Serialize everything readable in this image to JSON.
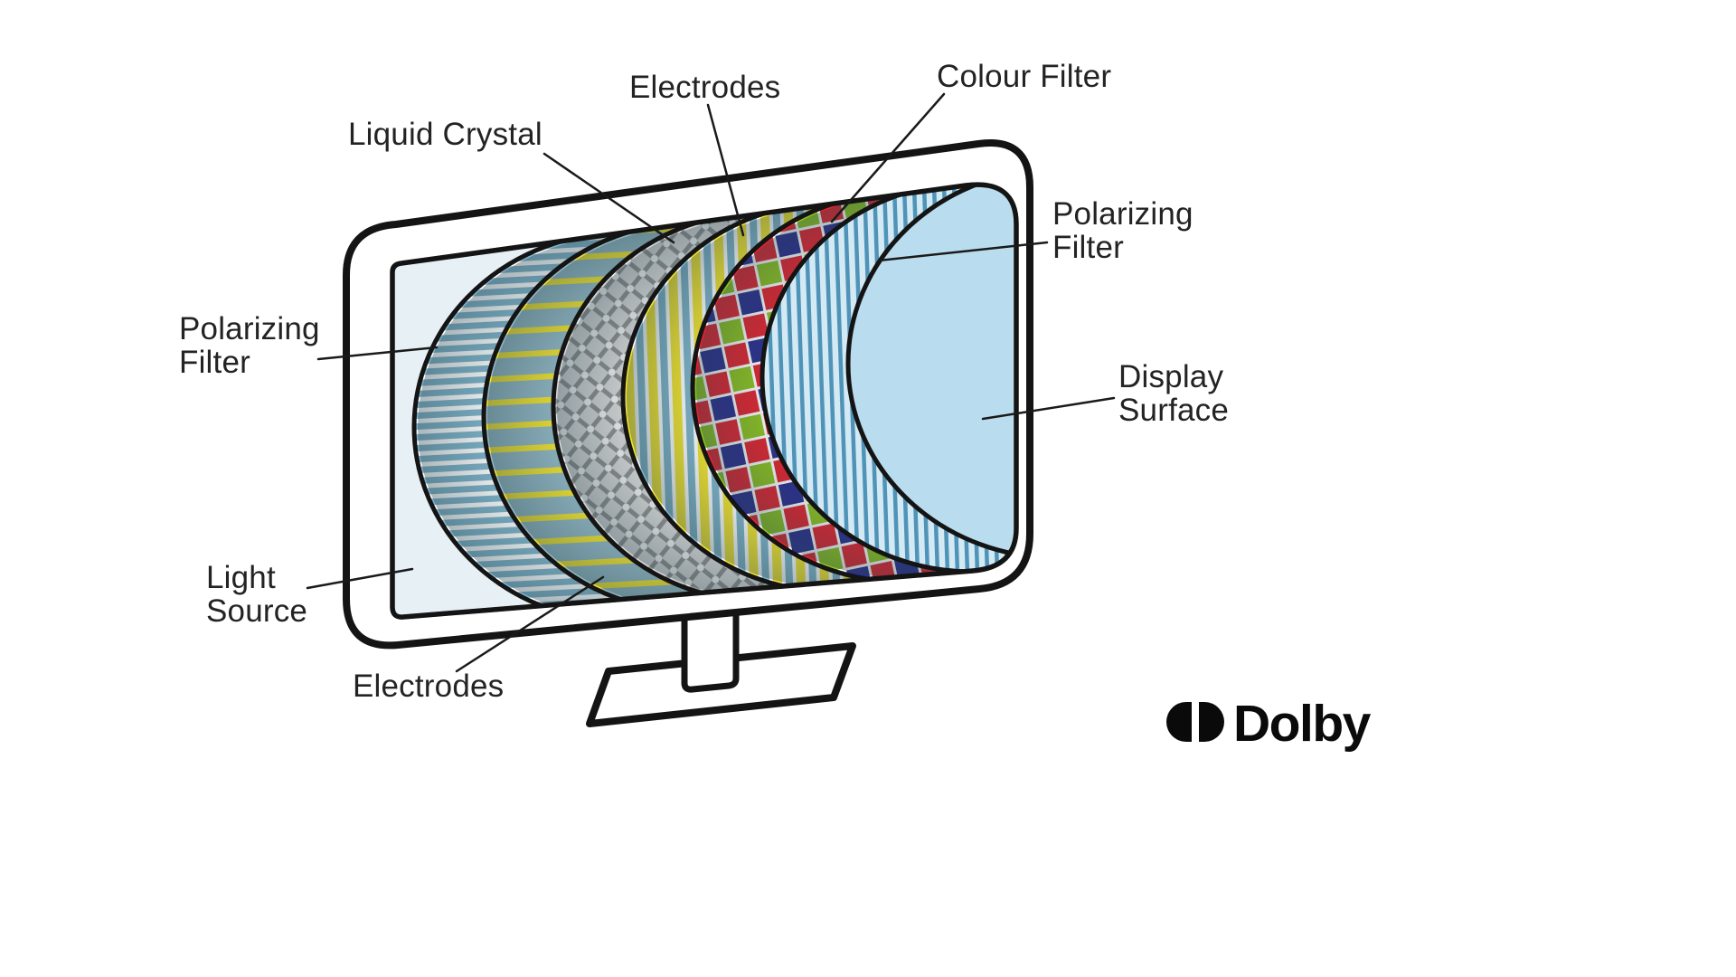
{
  "diagram_type": "lcd-display-exploded-layers",
  "labels": {
    "liquid_crystal": "Liquid Crystal",
    "electrodes_top": "Electrodes",
    "colour_filter": "Colour Filter",
    "polarizing_filter_right": {
      "line1": "Polarizing",
      "line2": "Filter"
    },
    "display_surface": {
      "line1": "Display",
      "line2": "Surface"
    },
    "polarizing_filter_left": {
      "line1": "Polarizing",
      "line2": "Filter"
    },
    "light_source": {
      "line1": "Light",
      "line2": "Source"
    },
    "electrodes_bottom": "Electrodes"
  },
  "layers": [
    {
      "name": "Polarizing Filter",
      "pattern": "horizontal-stripes",
      "colors": [
        "#7fb3c9",
        "#ffffff"
      ]
    },
    {
      "name": "Electrodes",
      "pattern": "horizontal-yellow-stripes",
      "colors": [
        "#92b7c3",
        "#f2e32f"
      ]
    },
    {
      "name": "Liquid Crystal",
      "pattern": "diamond-weave",
      "colors": [
        "#d8d8d8",
        "#909090",
        "#f3f3f3"
      ]
    },
    {
      "name": "Electrodes",
      "pattern": "vertical-yellow-blue-stripes",
      "colors": [
        "#f2e32f",
        "#7fb3c9",
        "#ffffff"
      ]
    },
    {
      "name": "Colour Filter",
      "pattern": "rgb-mosaic",
      "colors": [
        "#e32530",
        "#2d2f8f",
        "#8fc322",
        "#ffffff"
      ]
    },
    {
      "name": "Polarizing Filter",
      "pattern": "vertical-stripes",
      "colors": [
        "#4f94b8",
        "#d3e9f3"
      ]
    },
    {
      "name": "Display Surface",
      "pattern": "solid",
      "colors": [
        "#b9ddef"
      ]
    }
  ],
  "logo": {
    "brand": "Dolby"
  },
  "colors": {
    "background": "#ffffff",
    "outline": "#141414",
    "label_text": "#232323",
    "back_panel": "#e6f0f5",
    "display_surface": "#b9ddef"
  }
}
